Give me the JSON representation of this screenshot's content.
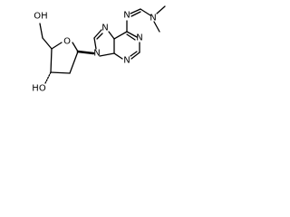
{
  "molecule": {
    "atoms": {
      "hydroxyl_top": "OH",
      "ring_oxygen": "O",
      "hydroxyl_bottom": "HO",
      "n_imine": "N",
      "n_dimethyl": "N",
      "n7": "N",
      "n9": "N",
      "n1": "N",
      "n3": "N"
    },
    "colors": {
      "bond": "#000000",
      "text": "#000000",
      "background": "#ffffff"
    }
  }
}
